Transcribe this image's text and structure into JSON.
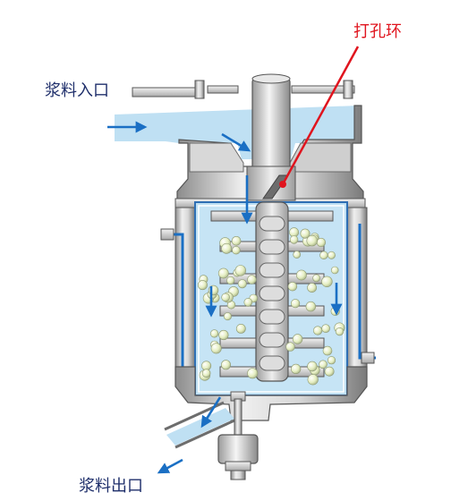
{
  "labels": {
    "inlet": "浆料入口",
    "perforated_ring": "打孔环",
    "outlet": "浆料出口"
  },
  "colors": {
    "slurry": "#bfe0f3",
    "flow_arrow": "#1a6fc4",
    "callout": "#e0141e",
    "metal_light": "#e6e6e6",
    "metal_mid": "#b4b4b4",
    "metal_dark": "#7d7d7d",
    "beads": "#e8f0c6",
    "label_text": "#1f2f6b"
  }
}
